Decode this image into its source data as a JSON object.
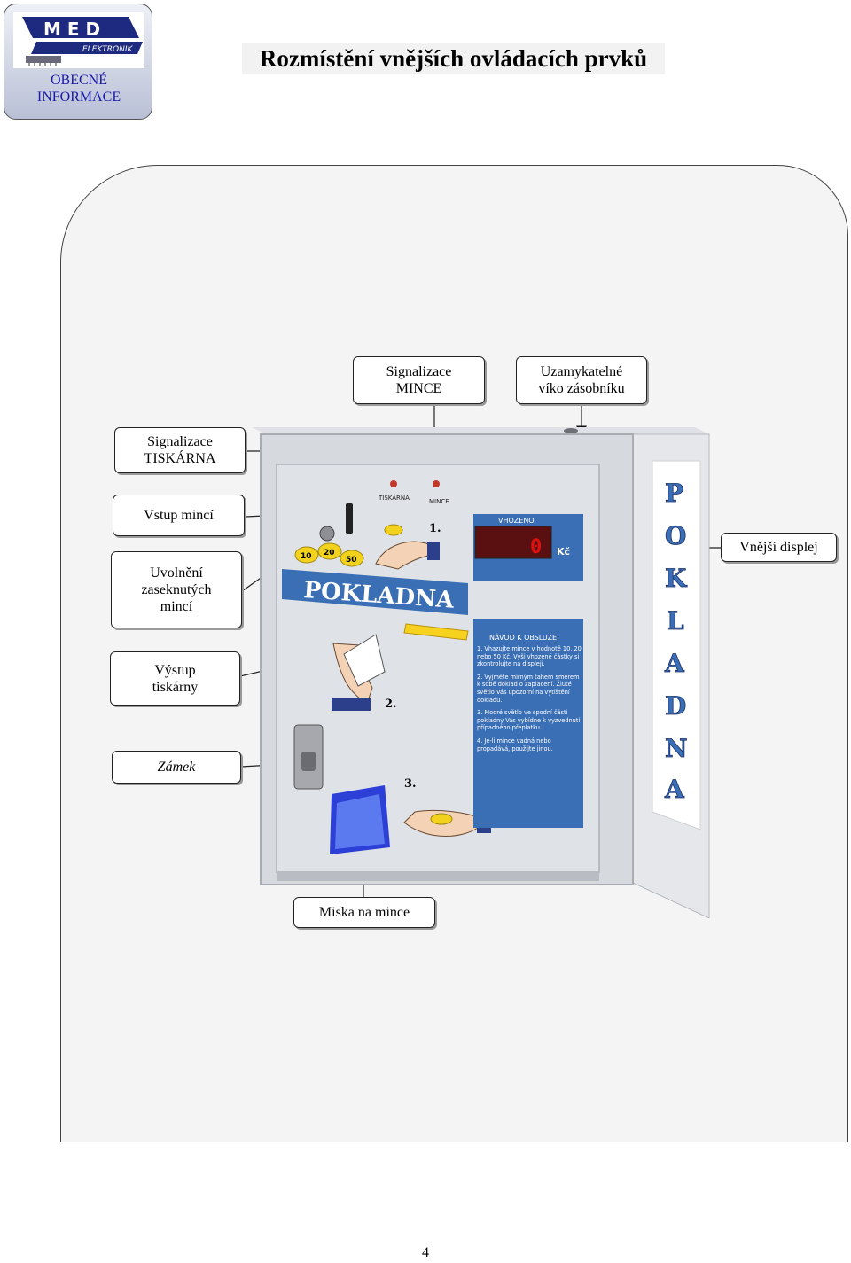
{
  "header": {
    "logo_text": "MED ELEKTRONIK",
    "section_label_line1": "OBECNÉ",
    "section_label_line2": "INFORMACE",
    "title": "Rozmístění vnějších ovládacích prvků"
  },
  "callouts": {
    "signal_mince": {
      "line1": "Signalizace",
      "line2": "MINCE"
    },
    "lockable_lid": {
      "line1": "Uzamykatelné",
      "line2": "víko zásobníku"
    },
    "signal_tiskarna": {
      "line1": "Signalizace",
      "line2": "TISKÁRNA"
    },
    "coin_input": {
      "line1": "Vstup mincí"
    },
    "release": {
      "line1": "Uvolnění",
      "line2": "zaseknutých",
      "line3": "mincí"
    },
    "printer_output": {
      "line1": "Výstup",
      "line2": "tiskárny"
    },
    "lock": {
      "line1": "Zámek"
    },
    "external_display": {
      "line1": "Vnější displej"
    },
    "coin_tray": {
      "line1": "Miska na mince"
    }
  },
  "machine": {
    "led_label_printer": "TISKÁRNA",
    "led_label_coin": "MINCE",
    "coin_values": [
      "10",
      "20",
      "50"
    ],
    "brand": "POKLADNA",
    "side_brand_letters": [
      "P",
      "O",
      "K",
      "L",
      "A",
      "D",
      "N",
      "A"
    ],
    "display_title": "VHOZENO",
    "display_value": "0",
    "display_unit": "Kč",
    "step_numbers": [
      "1.",
      "2.",
      "3."
    ],
    "instructions_title": "NÁVOD K OBSLUZE:",
    "instructions": [
      "1. Vhazujte mince v hodnotě 10, 20 nebo 50 Kč. Výši vhozené částky si zkontrolujte na displeji.",
      "2. Vyjměte mírným tahem směrem k sobě doklad o zaplacení. Žluté světlo Vás upozorní na vytištění dokladu.",
      "3. Modré světlo ve spodní části pokladny Vás vybídne k vyzvednutí případného přeplatku.",
      "4. Je-li mince vadná nebo propadává, použijte jinou."
    ]
  },
  "colors": {
    "panel_blue": "#3a6fb5",
    "brand_blue": "#2f5aa8",
    "display_red": "#e01010",
    "coin_yellow": "#f2d21c",
    "led_red": "#c0392b",
    "logo_blue": "#1a1aa8"
  },
  "page_number": "4"
}
